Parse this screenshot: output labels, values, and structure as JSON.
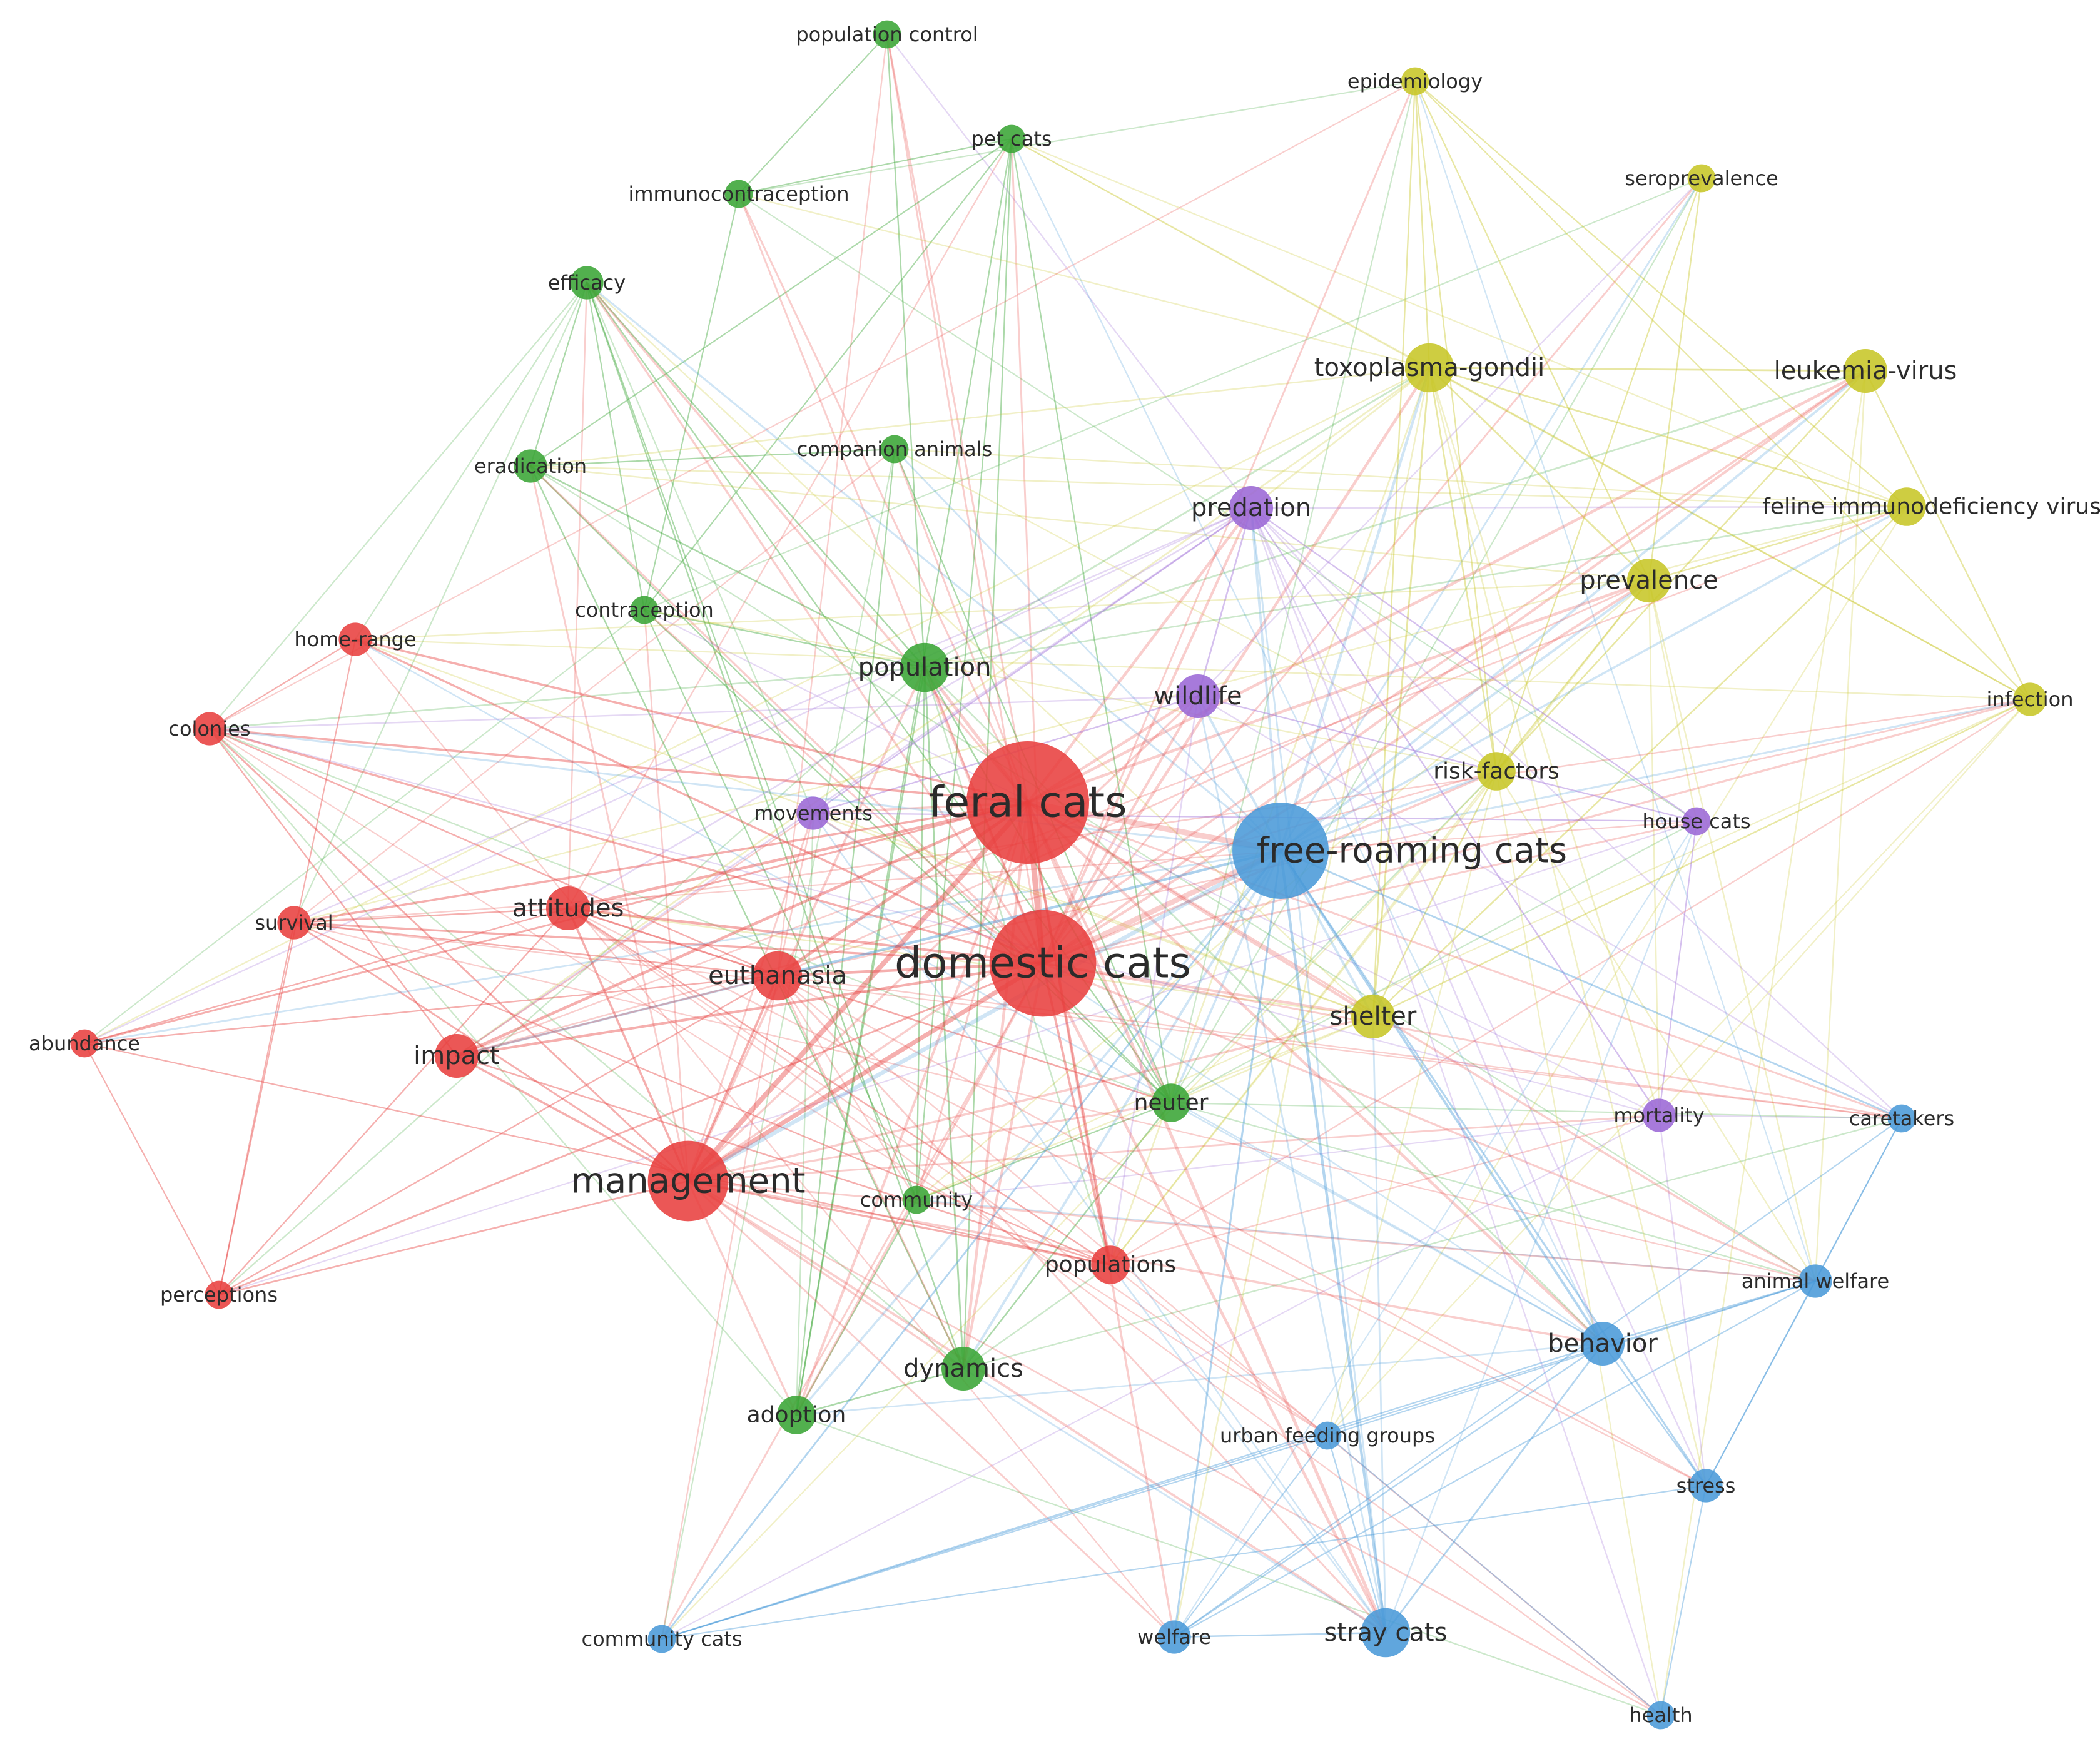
{
  "clusters": {
    "red": {
      "color": "#e8403f"
    },
    "green": {
      "color": "#3aa535"
    },
    "blue": {
      "color": "#4a9ad8"
    },
    "yellow": {
      "color": "#c7c627"
    },
    "purple": {
      "color": "#9b68d6"
    }
  },
  "nodes": [
    {
      "id": "population-control",
      "label": "population control",
      "cluster": "green",
      "weight": 1
    },
    {
      "id": "pet-cats",
      "label": "pet cats",
      "cluster": "green",
      "weight": 1
    },
    {
      "id": "immunocontraception",
      "label": "immunocontraception",
      "cluster": "green",
      "weight": 1
    },
    {
      "id": "efficacy",
      "label": "efficacy",
      "cluster": "green",
      "weight": 1.5
    },
    {
      "id": "eradication",
      "label": "eradication",
      "cluster": "green",
      "weight": 1.5
    },
    {
      "id": "companion-animals",
      "label": "companion animals",
      "cluster": "green",
      "weight": 1
    },
    {
      "id": "contraception",
      "label": "contraception",
      "cluster": "green",
      "weight": 1
    },
    {
      "id": "population",
      "label": "population",
      "cluster": "green",
      "weight": 3
    },
    {
      "id": "neuter",
      "label": "neuter",
      "cluster": "green",
      "weight": 2
    },
    {
      "id": "community",
      "label": "community",
      "cluster": "green",
      "weight": 1
    },
    {
      "id": "dynamics",
      "label": "dynamics",
      "cluster": "green",
      "weight": 2.5
    },
    {
      "id": "adoption",
      "label": "adoption",
      "cluster": "green",
      "weight": 2
    },
    {
      "id": "epidemiology",
      "label": "epidemiology",
      "cluster": "yellow",
      "weight": 1
    },
    {
      "id": "seroprevalence",
      "label": "seroprevalence",
      "cluster": "yellow",
      "weight": 1
    },
    {
      "id": "toxoplasma-gondii",
      "label": "toxoplasma-gondii",
      "cluster": "yellow",
      "weight": 3
    },
    {
      "id": "leukemia-virus",
      "label": "leukemia-virus",
      "cluster": "yellow",
      "weight": 2.5
    },
    {
      "id": "fiv",
      "label": "feline immunodeficiency virus",
      "cluster": "yellow",
      "weight": 2
    },
    {
      "id": "prevalence",
      "label": "prevalence",
      "cluster": "yellow",
      "weight": 2.5
    },
    {
      "id": "infection",
      "label": "infection",
      "cluster": "yellow",
      "weight": 1.5
    },
    {
      "id": "risk-factors",
      "label": "risk-factors",
      "cluster": "yellow",
      "weight": 2
    },
    {
      "id": "shelter",
      "label": "shelter",
      "cluster": "yellow",
      "weight": 2.5
    },
    {
      "id": "predation",
      "label": "predation",
      "cluster": "purple",
      "weight": 2.5
    },
    {
      "id": "wildlife",
      "label": "wildlife",
      "cluster": "purple",
      "weight": 2.5
    },
    {
      "id": "movements",
      "label": "movements",
      "cluster": "purple",
      "weight": 1.5
    },
    {
      "id": "house-cats",
      "label": "house cats",
      "cluster": "purple",
      "weight": 1
    },
    {
      "id": "mortality",
      "label": "mortality",
      "cluster": "purple",
      "weight": 1.5
    },
    {
      "id": "home-range",
      "label": "home-range",
      "cluster": "red",
      "weight": 1.5
    },
    {
      "id": "colonies",
      "label": "colonies",
      "cluster": "red",
      "weight": 1.5
    },
    {
      "id": "survival",
      "label": "survival",
      "cluster": "red",
      "weight": 1.5
    },
    {
      "id": "attitudes",
      "label": "attitudes",
      "cluster": "red",
      "weight": 2.5
    },
    {
      "id": "abundance",
      "label": "abundance",
      "cluster": "red",
      "weight": 1
    },
    {
      "id": "impact",
      "label": "impact",
      "cluster": "red",
      "weight": 2.5
    },
    {
      "id": "euthanasia",
      "label": "euthanasia",
      "cluster": "red",
      "weight": 3
    },
    {
      "id": "feral-cats",
      "label": "feral cats",
      "cluster": "red",
      "weight": 10
    },
    {
      "id": "domestic-cats",
      "label": "domestic cats",
      "cluster": "red",
      "weight": 8.5
    },
    {
      "id": "management",
      "label": "management",
      "cluster": "red",
      "weight": 6
    },
    {
      "id": "populations",
      "label": "populations",
      "cluster": "red",
      "weight": 2
    },
    {
      "id": "perceptions",
      "label": "perceptions",
      "cluster": "red",
      "weight": 1
    },
    {
      "id": "free-roaming-cats",
      "label": "free-roaming cats",
      "cluster": "blue",
      "weight": 7.5
    },
    {
      "id": "caretakers",
      "label": "caretakers",
      "cluster": "blue",
      "weight": 1
    },
    {
      "id": "animal-welfare",
      "label": "animal welfare",
      "cluster": "blue",
      "weight": 1.5
    },
    {
      "id": "behavior",
      "label": "behavior",
      "cluster": "blue",
      "weight": 2.5
    },
    {
      "id": "urban-feeding-groups",
      "label": "urban feeding groups",
      "cluster": "blue",
      "weight": 1
    },
    {
      "id": "stress",
      "label": "stress",
      "cluster": "blue",
      "weight": 1.5
    },
    {
      "id": "community-cats",
      "label": "community cats",
      "cluster": "blue",
      "weight": 1
    },
    {
      "id": "welfare",
      "label": "welfare",
      "cluster": "blue",
      "weight": 1.5
    },
    {
      "id": "stray-cats",
      "label": "stray cats",
      "cluster": "blue",
      "weight": 3
    },
    {
      "id": "health",
      "label": "health",
      "cluster": "blue",
      "weight": 1
    }
  ]
}
